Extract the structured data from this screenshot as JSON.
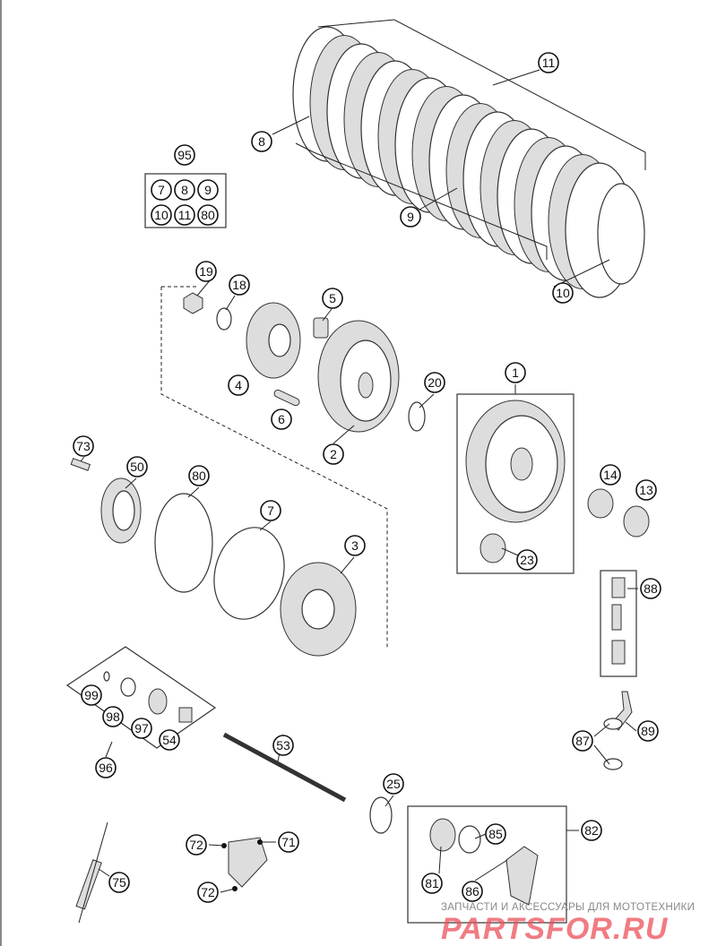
{
  "callouts": [
    "11",
    "8",
    "9",
    "10",
    "95",
    "7",
    "8",
    "9",
    "10",
    "11",
    "80",
    "19",
    "18",
    "5",
    "4",
    "6",
    "2",
    "20",
    "1",
    "73",
    "50",
    "80",
    "7",
    "3",
    "14",
    "13",
    "23",
    "88",
    "89",
    "87",
    "99",
    "98",
    "97",
    "54",
    "96",
    "53",
    "25",
    "82",
    "85",
    "81",
    "86",
    "72",
    "71",
    "72",
    "75"
  ],
  "watermark": {
    "line1": "ЗАПЧАСТИ И АКСЕССУАРЫ ДЛЯ МОТОТЕХНИКИ",
    "line2": "PARTSFOR.RU"
  }
}
